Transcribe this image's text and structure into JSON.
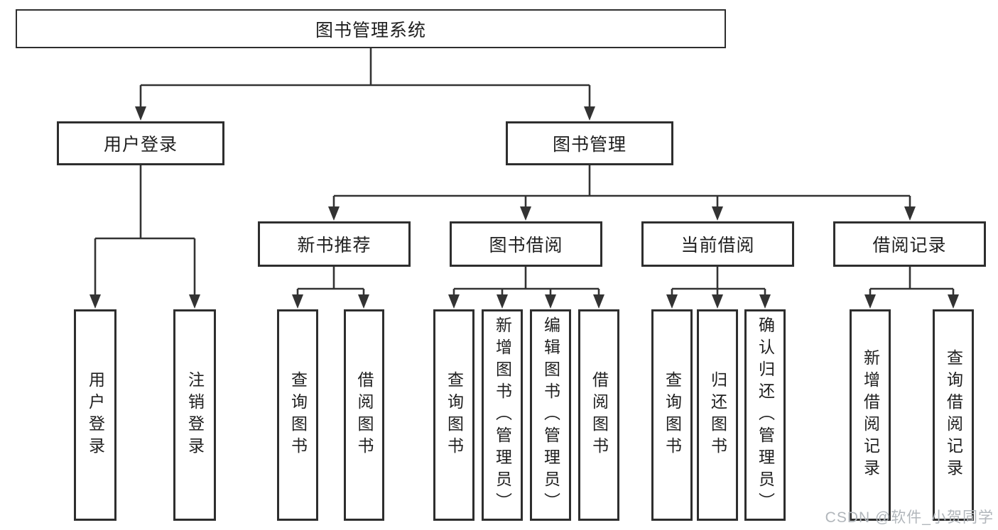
{
  "title": "图书管理系统",
  "watermark": "CSDN @软件_小贺同学",
  "colors": {
    "background": "#ffffff",
    "line": "#333333",
    "box_border": "#2e2e2e",
    "text": "#1f1f1f",
    "watermark": "#b1b6bb"
  },
  "tree": {
    "root": {
      "label": "图书管理系统"
    },
    "level2": [
      {
        "label": "用户登录"
      },
      {
        "label": "图书管理"
      }
    ],
    "level3": [
      {
        "label": "新书推荐"
      },
      {
        "label": "图书借阅"
      },
      {
        "label": "当前借阅"
      },
      {
        "label": "借阅记录"
      }
    ],
    "leaves": {
      "user_login": [
        {
          "label": "用户登录"
        },
        {
          "label": "注销登录"
        }
      ],
      "new_book_rec": [
        {
          "label": "查询图书"
        },
        {
          "label": "借阅图书"
        }
      ],
      "book_borrow": [
        {
          "label": "查询图书"
        },
        {
          "label": "新增图书（管理员）"
        },
        {
          "label": "编辑图书（管理员）"
        },
        {
          "label": "借阅图书"
        }
      ],
      "current_borrow": [
        {
          "label": "查询图书"
        },
        {
          "label": "归还图书"
        },
        {
          "label": "确认归还（管理员）"
        }
      ],
      "borrow_records": [
        {
          "label": "新增借阅记录"
        },
        {
          "label": "查询借阅记录"
        }
      ]
    }
  }
}
